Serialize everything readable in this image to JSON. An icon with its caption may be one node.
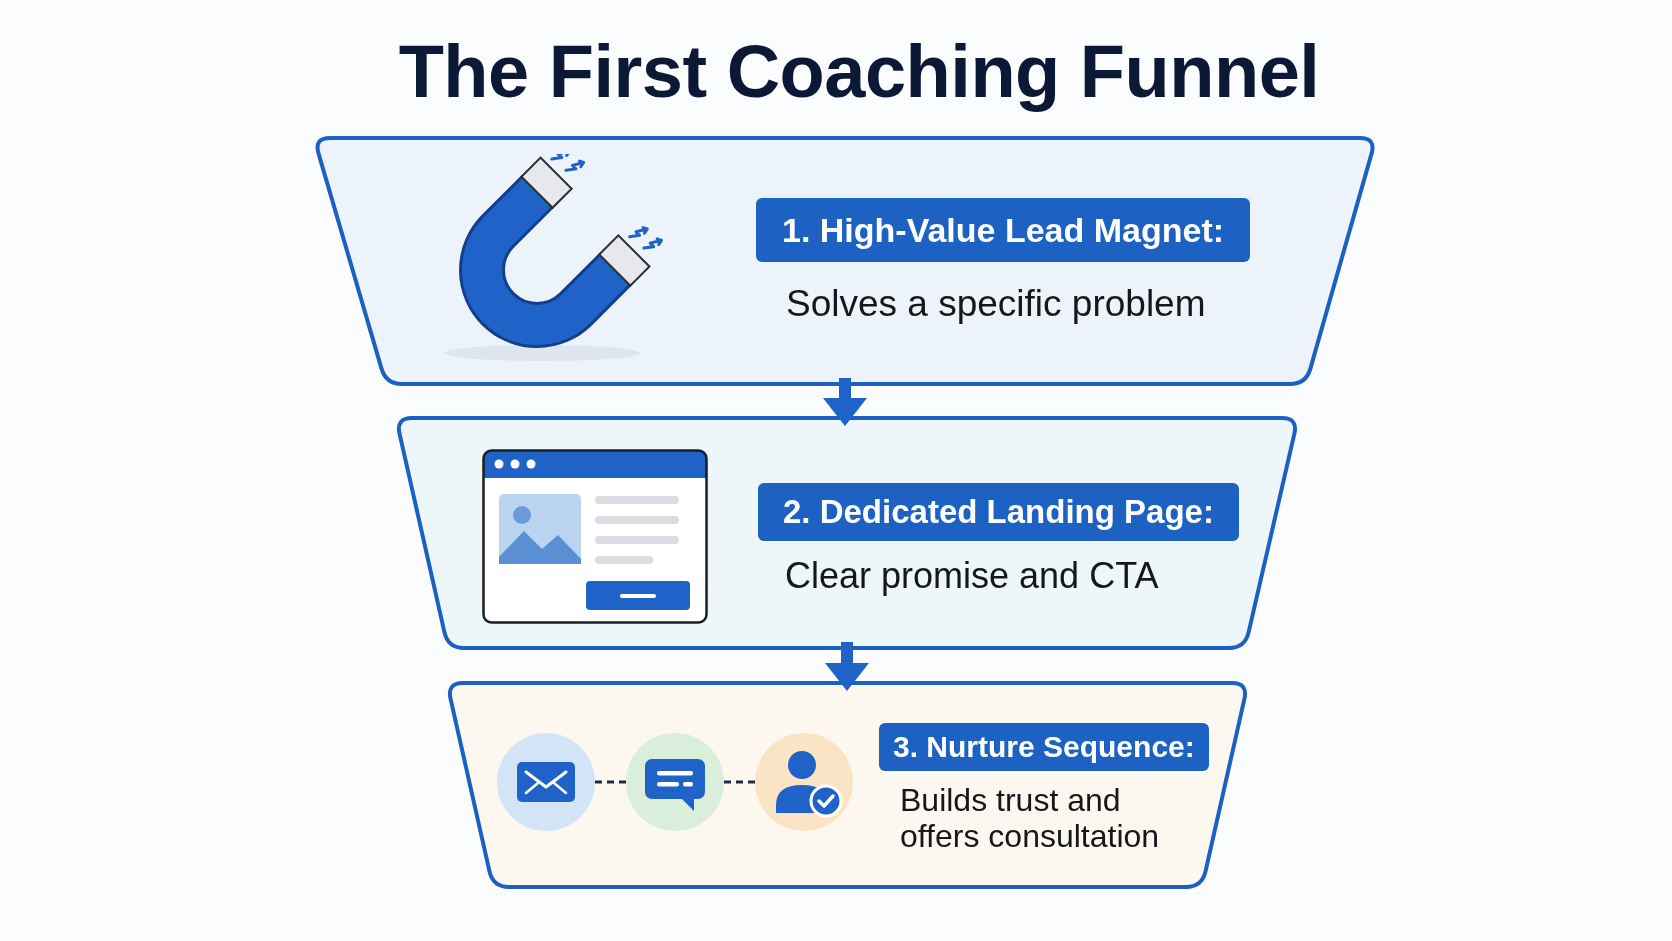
{
  "diagram": {
    "title": "The First Coaching Funnel",
    "nodes": [
      {
        "text": [
          "1. High-Value Lead Magnet:",
          "Solves a specific problem"
        ]
      },
      {
        "text": [
          "2. Dedicated Landing Page:",
          "Clear promise and CTA"
        ]
      },
      {
        "text": [
          "3. Nurture Sequence:",
          "Builds trust and offers consultation"
        ]
      },
      {
        "text": [],
        "shape": "circle",
        "in": 2
      },
      {
        "text": [],
        "shape": "circle",
        "in": 2
      },
      {
        "text": [],
        "shape": "circle",
        "in": 2
      }
    ],
    "edges": [
      {
        "from": 0,
        "to": 1,
        "arrow": "to",
        "style": "thick"
      },
      {
        "from": 1,
        "to": 2,
        "arrow": "to",
        "style": "thick"
      },
      {
        "from": 3,
        "to": 4,
        "arrow": "none",
        "style": "dashed",
        "color": "#1e2a44"
      },
      {
        "from": 4,
        "to": 5,
        "arrow": "none",
        "style": "dashed",
        "color": "#1e2a44"
      }
    ]
  }
}
